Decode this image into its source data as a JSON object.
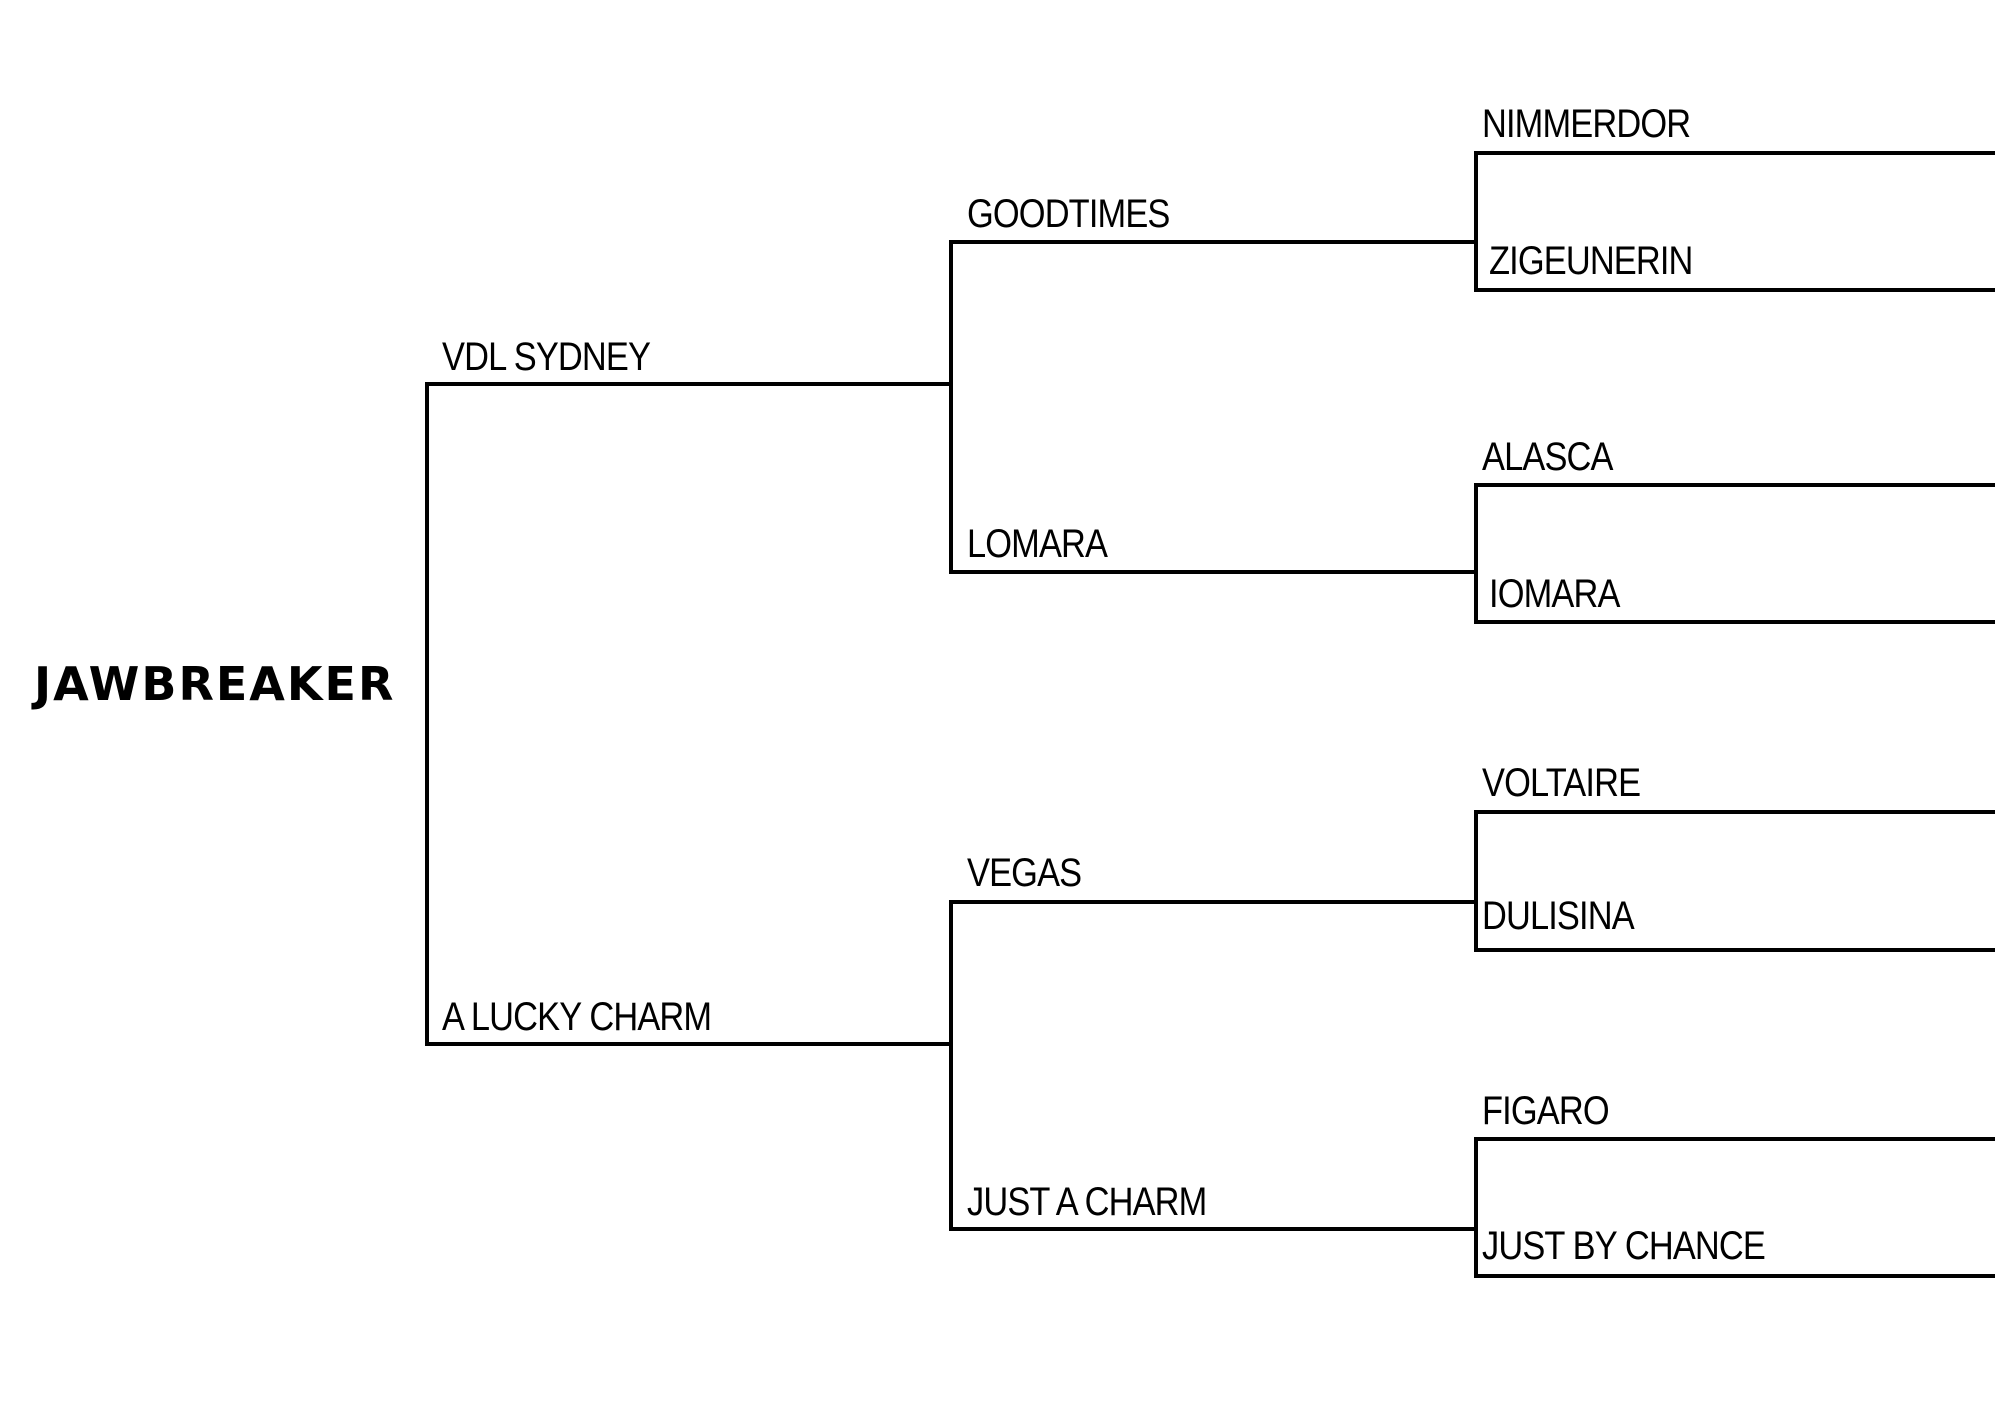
{
  "pedigree": {
    "subject": "JAWBREAKER",
    "sire": {
      "name": "VDL SYDNEY",
      "sire": {
        "name": "GOODTIMES",
        "sire": {
          "name": "NIMMERDOR"
        },
        "dam": {
          "name": "ZIGEUNERIN"
        }
      },
      "dam": {
        "name": "LOMARA",
        "sire": {
          "name": "ALASCA"
        },
        "dam": {
          "name": "IOMARA"
        }
      }
    },
    "dam": {
      "name": "A LUCKY CHARM",
      "sire": {
        "name": "VEGAS",
        "sire": {
          "name": "VOLTAIRE"
        },
        "dam": {
          "name": "DULISINA"
        }
      },
      "dam": {
        "name": "JUST A CHARM",
        "sire": {
          "name": "FIGARO"
        },
        "dam": {
          "name": "JUST BY CHANCE"
        }
      }
    }
  },
  "line_color": "#000000"
}
